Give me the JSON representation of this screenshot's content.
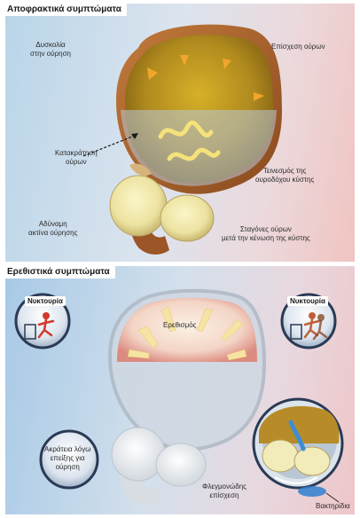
{
  "top_panel": {
    "heading": "Αποφρακτικά συμπτώματα",
    "labels": {
      "difficulty": [
        "Δυσκολία",
        "στην ούρηση"
      ],
      "retention": [
        "Επίσχεση ούρων"
      ],
      "urine_retention": [
        "Κατακράτηση",
        "ούρων"
      ],
      "tenesmus": [
        "Τεινεσμός της",
        "ουροδόχου κύστης"
      ],
      "weak_stream": [
        "Αδύναμη",
        "ακτίνα ούρησης"
      ],
      "dribbling": [
        "Σταγόνες ούρων",
        "μετά την κένωση της κύστης"
      ]
    }
  },
  "bottom_panel": {
    "heading": "Ερεθιστικά συμπτώματα",
    "labels": {
      "nocturia_left": "Νυκτουρία",
      "nocturia_right": "Νυκτουρία",
      "irritation": "Ερεθισμός",
      "incontinence": [
        "Ακράτεια λόγω",
        "επείξης για",
        "ούρηση"
      ],
      "inflammatory_retention": [
        "Φλεγμονώδης",
        "επίσχεση"
      ],
      "bacteria": "Βακτηρίδια"
    }
  }
}
